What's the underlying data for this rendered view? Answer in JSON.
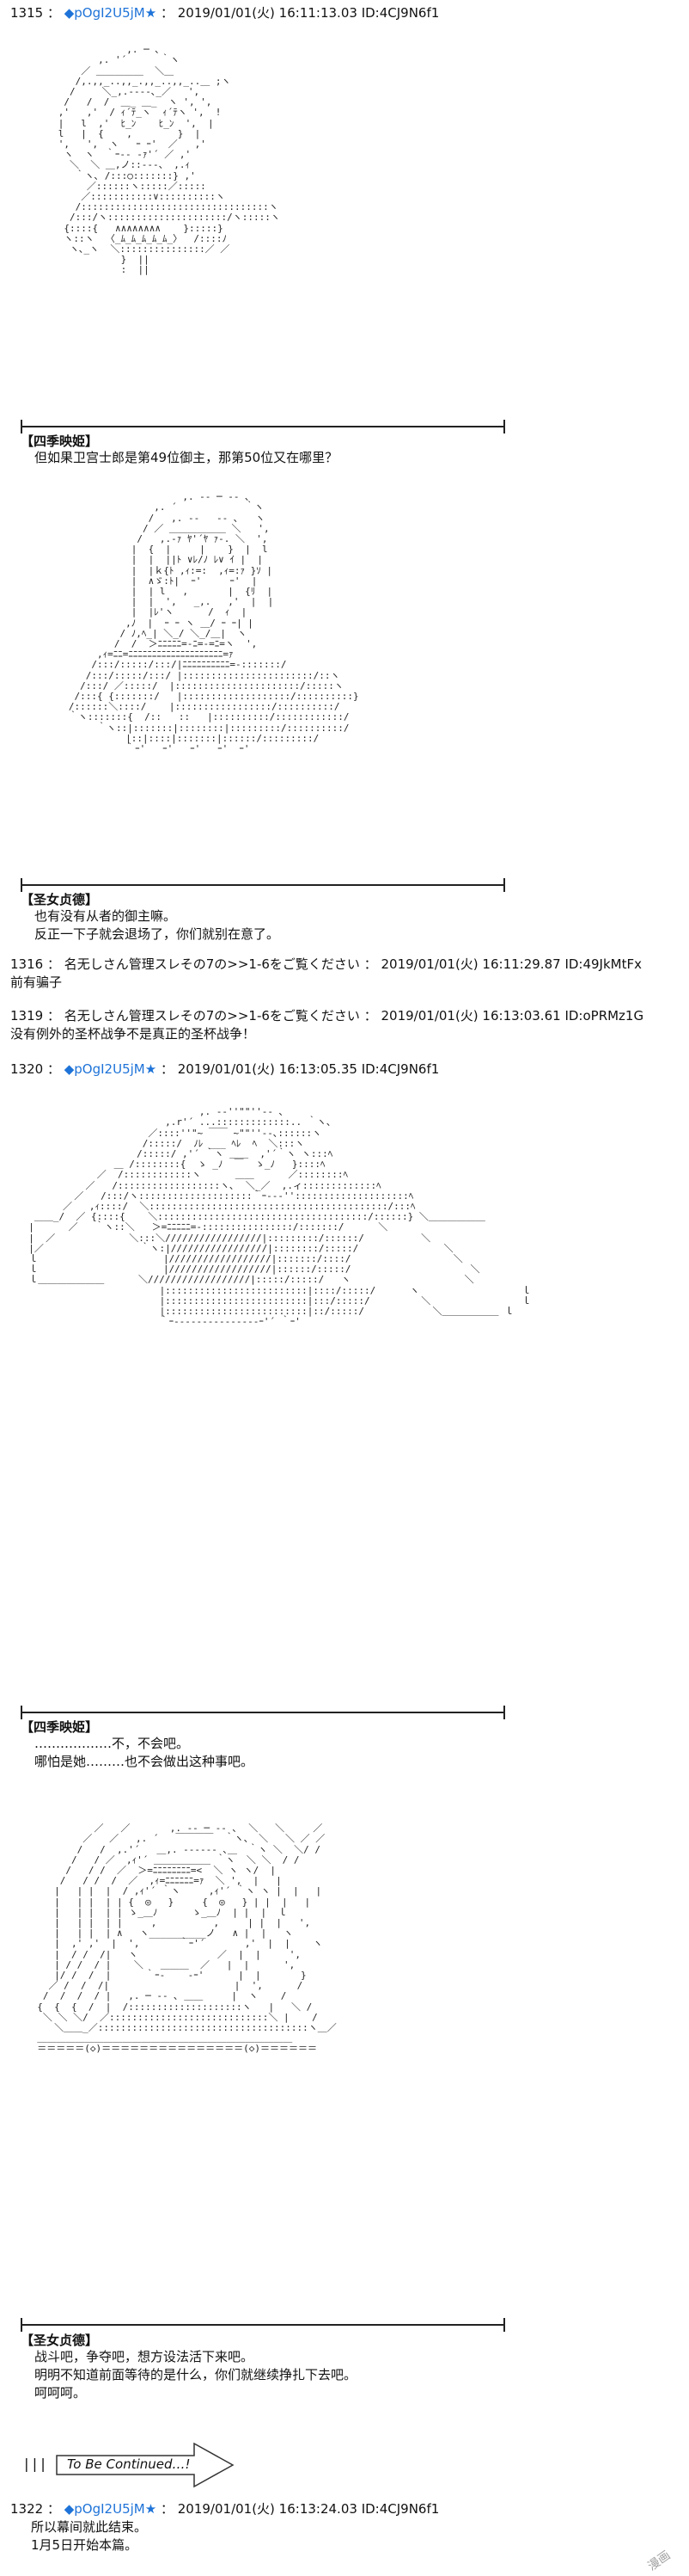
{
  "posts": [
    {
      "number": "1315",
      "trip": "◆pOgI2U5jM",
      "star": "★",
      "date": "2019/01/01(火) 16:11:13.03",
      "id": "ID:4CJ9N6f1"
    },
    {
      "number": "1316",
      "name": "名无しさん管理スレその7の>>1-6をご覧ください",
      "date": "2019/01/01(火) 16:11:29.87",
      "id": "ID:49JkMtFx",
      "text": "前有骗子"
    },
    {
      "number": "1319",
      "name": "名无しさん管理スレその7の>>1-6をご覧ください",
      "date": "2019/01/01(火) 16:13:03.61",
      "id": "ID:oPRMz1G",
      "text": "没有例外的圣杯战争不是真正的圣杯战争！"
    },
    {
      "number": "1320",
      "trip": "◆pOgI2U5jM",
      "star": "★",
      "date": "2019/01/01(火) 16:13:05.35",
      "id": "ID:4CJ9N6f1"
    },
    {
      "number": "1322",
      "trip": "◆pOgI2U5jM",
      "star": "★",
      "date": "2019/01/01(火) 16:13:24.03",
      "id": "ID:4CJ9N6f1",
      "text": "所以幕间就此结束。\n1月5日开始本篇。"
    }
  ],
  "dialogs": [
    {
      "speaker": "【四季映姫】",
      "lines": "但如果卫宫士郎是第49位御主，那第50位又在哪里？"
    },
    {
      "speaker": "【圣女贞德】",
      "lines": "也有没有从者的御主嘛。\n反正一下子就会退场了，你们就别在意了。"
    },
    {
      "speaker": "【四季映姫】",
      "lines": "………………不，不会吧。\n哪怕是她………也不会做出这种事吧。"
    },
    {
      "speaker": "【圣女贞德】",
      "lines": "战斗吧，争夺吧，想方设法活下来吧。\n明明不知道前面等待的是什么，你们就继续挣扎下去吧。\n呵呵呵。"
    }
  ],
  "tbc": {
    "bars": "|||",
    "label": "To Be Continued…!"
  },
  "watermark": "漫画"
}
